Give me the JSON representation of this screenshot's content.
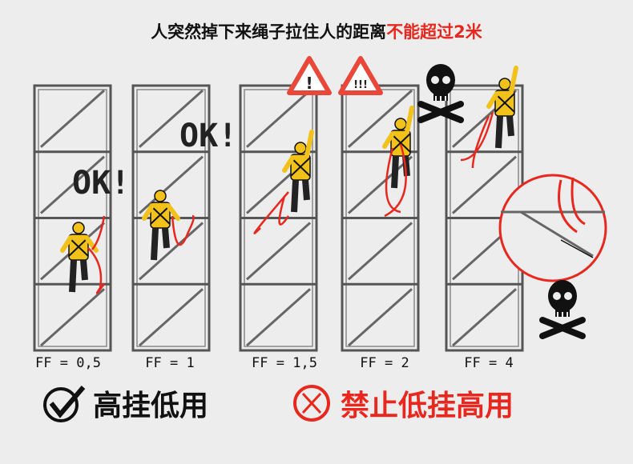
{
  "title": {
    "black": "人突然掉下来绳子拉住人的距离",
    "red": "不能超过2米"
  },
  "callouts": {
    "ok1": "OK!",
    "ok2": "OK!",
    "warn1": "!",
    "warn2": "!!!"
  },
  "fall_factors": [
    "FF = 0,5",
    "FF = 1",
    "FF = 1,5",
    "FF = 2",
    "FF = 4"
  ],
  "legend": {
    "good": "高挂低用",
    "bad": "禁止低挂高用"
  },
  "colors": {
    "red": "#e8281e",
    "yellow": "#f2c21b",
    "black": "#111111"
  }
}
